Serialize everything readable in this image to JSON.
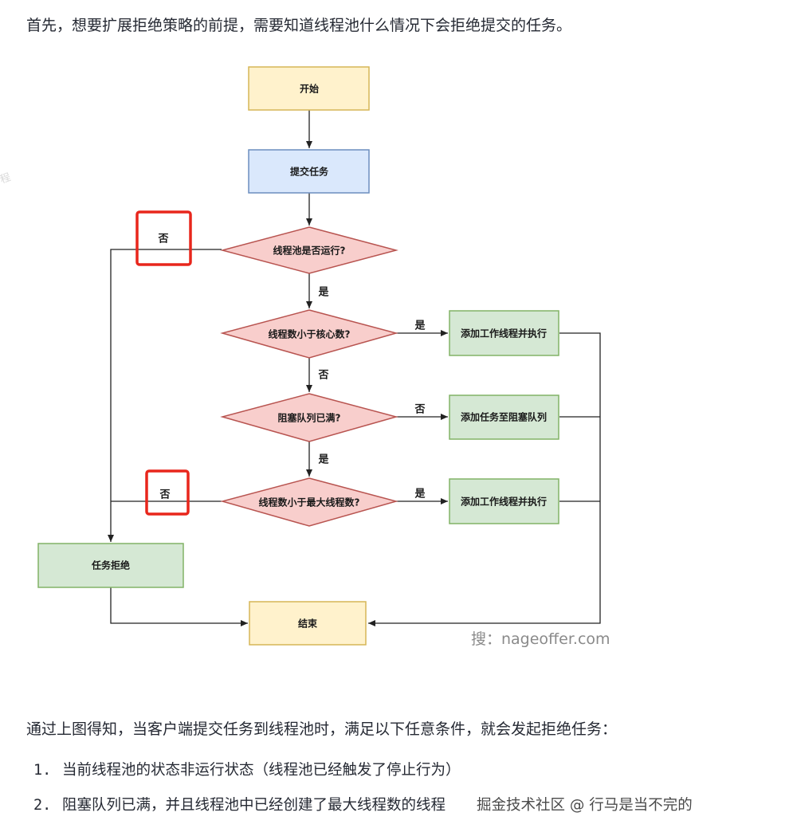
{
  "intro": "首先，想要扩展拒绝策略的前提，需要知道线程池什么情况下会拒绝提交的任务。",
  "flowchart": {
    "start": "开始",
    "submit": "提交任务",
    "d_running": "线程池是否运行?",
    "d_core": "线程数小于核心数?",
    "d_queue": "阻塞队列已满?",
    "d_max": "线程数小于最大线程数?",
    "add_worker_1": "添加工作线程并执行",
    "add_queue": "添加任务至阻塞队列",
    "add_worker_2": "添加工作线程并执行",
    "reject": "任务拒绝",
    "end": "结束",
    "label_running_no": "否",
    "label_running_yes": "是",
    "label_core_yes": "是",
    "label_core_no": "否",
    "label_queue_no": "否",
    "label_queue_yes": "是",
    "label_max_yes": "是",
    "label_max_no": "否",
    "source": "搜：nageoffer.com",
    "colors": {
      "start_fill": "#fff2cc",
      "start_stroke": "#d6b656",
      "process_fill": "#dae8fc",
      "process_stroke": "#6c8ebf",
      "decision_fill": "#f8cecc",
      "decision_stroke": "#b85450",
      "action_fill": "#d5e8d4",
      "action_stroke": "#82b366",
      "highlight": "#e8261c"
    }
  },
  "conclusion": "通过上图得知，当客户端提交任务到线程池时，满足以下任意条件，就会发起拒绝任务：",
  "list": [
    {
      "num": "1.",
      "text": "当前线程池的状态非运行状态（线程池已经触发了停止行为）"
    },
    {
      "num": "2.",
      "text": "阻塞队列已满，并且线程池中已经创建了最大线程数的线程"
    }
  ],
  "watermark": "掘金技术社区 @ 行马是当不完的"
}
